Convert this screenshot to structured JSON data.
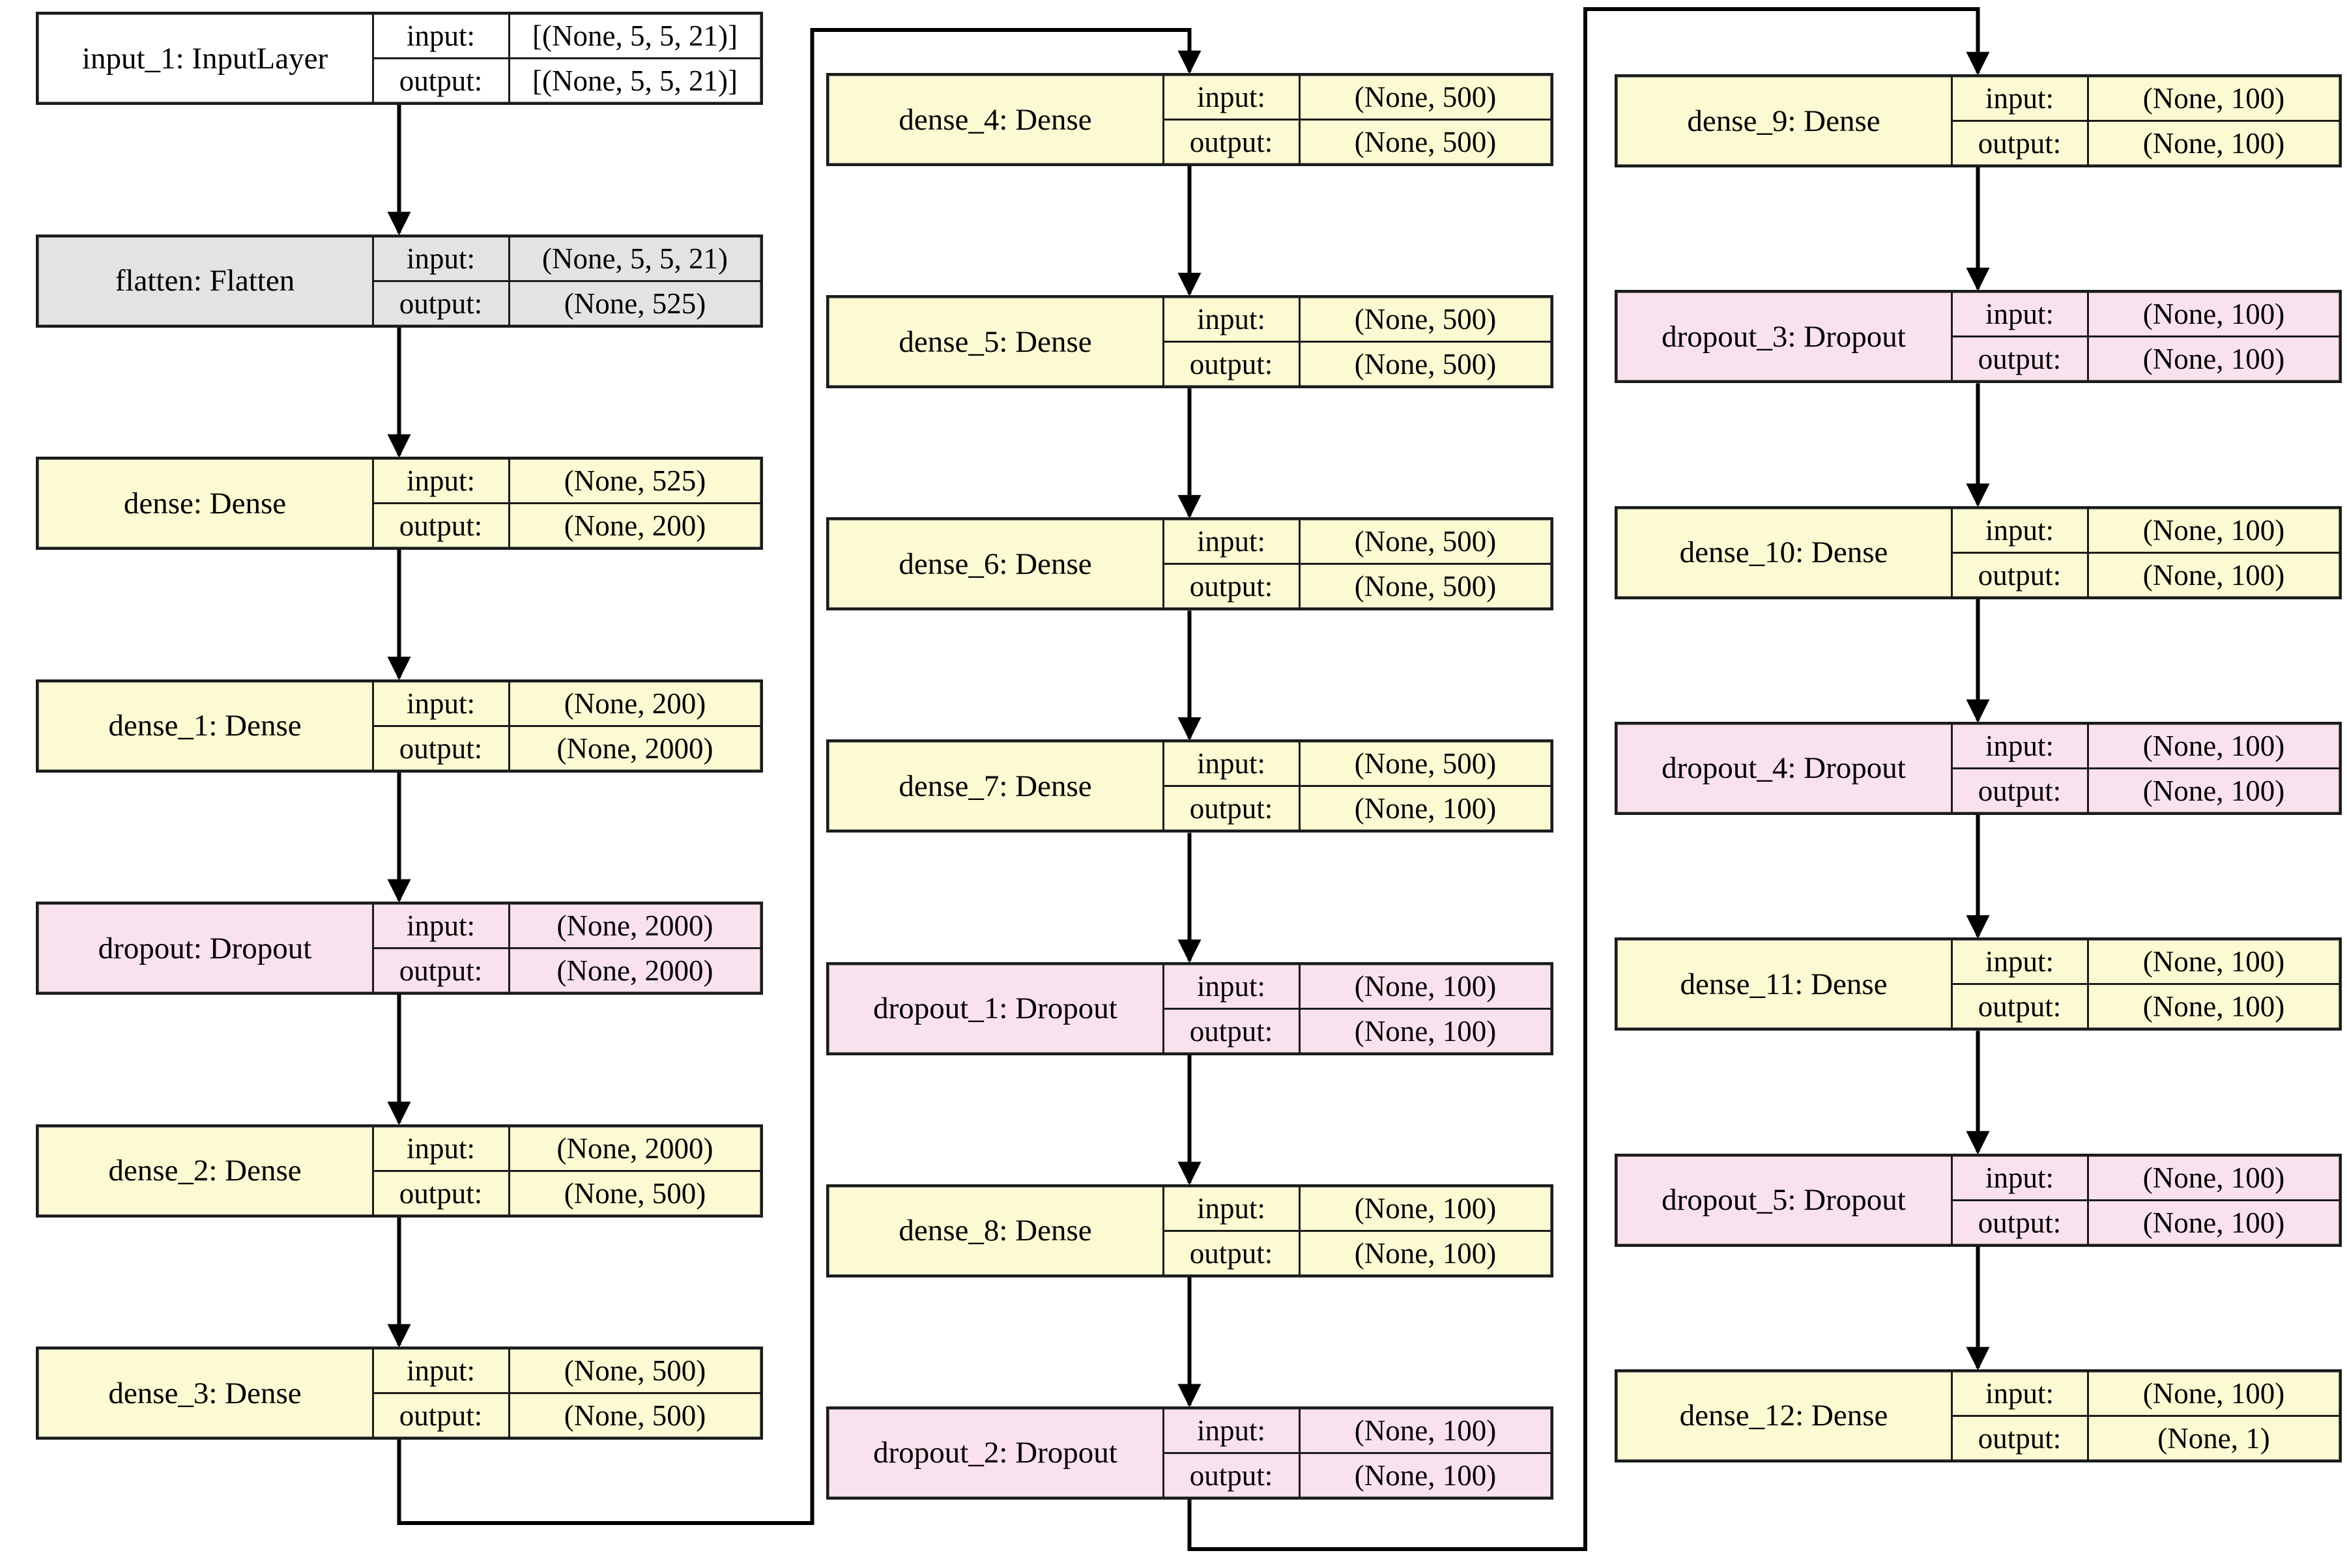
{
  "diagram": {
    "kind": "keras-model-architecture",
    "colors": {
      "InputLayer": "#FFFFFF",
      "Flatten": "#E3E3E3",
      "Dense": "#FCFAD2",
      "Dropout": "#FAE1EE",
      "border": "#1B1B1B",
      "edge": "#000000"
    },
    "io_keys": {
      "input": "input:",
      "output": "output:"
    },
    "columns": [
      {
        "nodes": [
          {
            "id": "input_1",
            "label": "input_1: InputLayer",
            "type": "InputLayer",
            "input": "[(None, 5, 5, 21)]",
            "output": "[(None, 5, 5, 21)]"
          },
          {
            "id": "flatten",
            "label": "flatten: Flatten",
            "type": "Flatten",
            "input": "(None, 5, 5, 21)",
            "output": "(None, 525)"
          },
          {
            "id": "dense",
            "label": "dense: Dense",
            "type": "Dense",
            "input": "(None, 525)",
            "output": "(None, 200)"
          },
          {
            "id": "dense_1",
            "label": "dense_1: Dense",
            "type": "Dense",
            "input": "(None, 200)",
            "output": "(None, 2000)"
          },
          {
            "id": "dropout",
            "label": "dropout: Dropout",
            "type": "Dropout",
            "input": "(None, 2000)",
            "output": "(None, 2000)"
          },
          {
            "id": "dense_2",
            "label": "dense_2: Dense",
            "type": "Dense",
            "input": "(None, 2000)",
            "output": "(None, 500)"
          },
          {
            "id": "dense_3",
            "label": "dense_3: Dense",
            "type": "Dense",
            "input": "(None, 500)",
            "output": "(None, 500)"
          }
        ]
      },
      {
        "nodes": [
          {
            "id": "dense_4",
            "label": "dense_4: Dense",
            "type": "Dense",
            "input": "(None, 500)",
            "output": "(None, 500)"
          },
          {
            "id": "dense_5",
            "label": "dense_5: Dense",
            "type": "Dense",
            "input": "(None, 500)",
            "output": "(None, 500)"
          },
          {
            "id": "dense_6",
            "label": "dense_6: Dense",
            "type": "Dense",
            "input": "(None, 500)",
            "output": "(None, 500)"
          },
          {
            "id": "dense_7",
            "label": "dense_7: Dense",
            "type": "Dense",
            "input": "(None, 500)",
            "output": "(None, 100)"
          },
          {
            "id": "dropout_1",
            "label": "dropout_1: Dropout",
            "type": "Dropout",
            "input": "(None, 100)",
            "output": "(None, 100)"
          },
          {
            "id": "dense_8",
            "label": "dense_8: Dense",
            "type": "Dense",
            "input": "(None, 100)",
            "output": "(None, 100)"
          },
          {
            "id": "dropout_2",
            "label": "dropout_2: Dropout",
            "type": "Dropout",
            "input": "(None, 100)",
            "output": "(None, 100)"
          }
        ]
      },
      {
        "nodes": [
          {
            "id": "dense_9",
            "label": "dense_9: Dense",
            "type": "Dense",
            "input": "(None, 100)",
            "output": "(None, 100)"
          },
          {
            "id": "dropout_3",
            "label": "dropout_3: Dropout",
            "type": "Dropout",
            "input": "(None, 100)",
            "output": "(None, 100)"
          },
          {
            "id": "dense_10",
            "label": "dense_10: Dense",
            "type": "Dense",
            "input": "(None, 100)",
            "output": "(None, 100)"
          },
          {
            "id": "dropout_4",
            "label": "dropout_4: Dropout",
            "type": "Dropout",
            "input": "(None, 100)",
            "output": "(None, 100)"
          },
          {
            "id": "dense_11",
            "label": "dense_11: Dense",
            "type": "Dense",
            "input": "(None, 100)",
            "output": "(None, 100)"
          },
          {
            "id": "dropout_5",
            "label": "dropout_5: Dropout",
            "type": "Dropout",
            "input": "(None, 100)",
            "output": "(None, 100)"
          },
          {
            "id": "dense_12",
            "label": "dense_12: Dense",
            "type": "Dense",
            "input": "(None, 100)",
            "output": "(None, 1)"
          }
        ]
      }
    ],
    "wrap_edges": [
      {
        "from": "dense_3",
        "to": "dense_4"
      },
      {
        "from": "dropout_2",
        "to": "dense_9"
      }
    ]
  }
}
